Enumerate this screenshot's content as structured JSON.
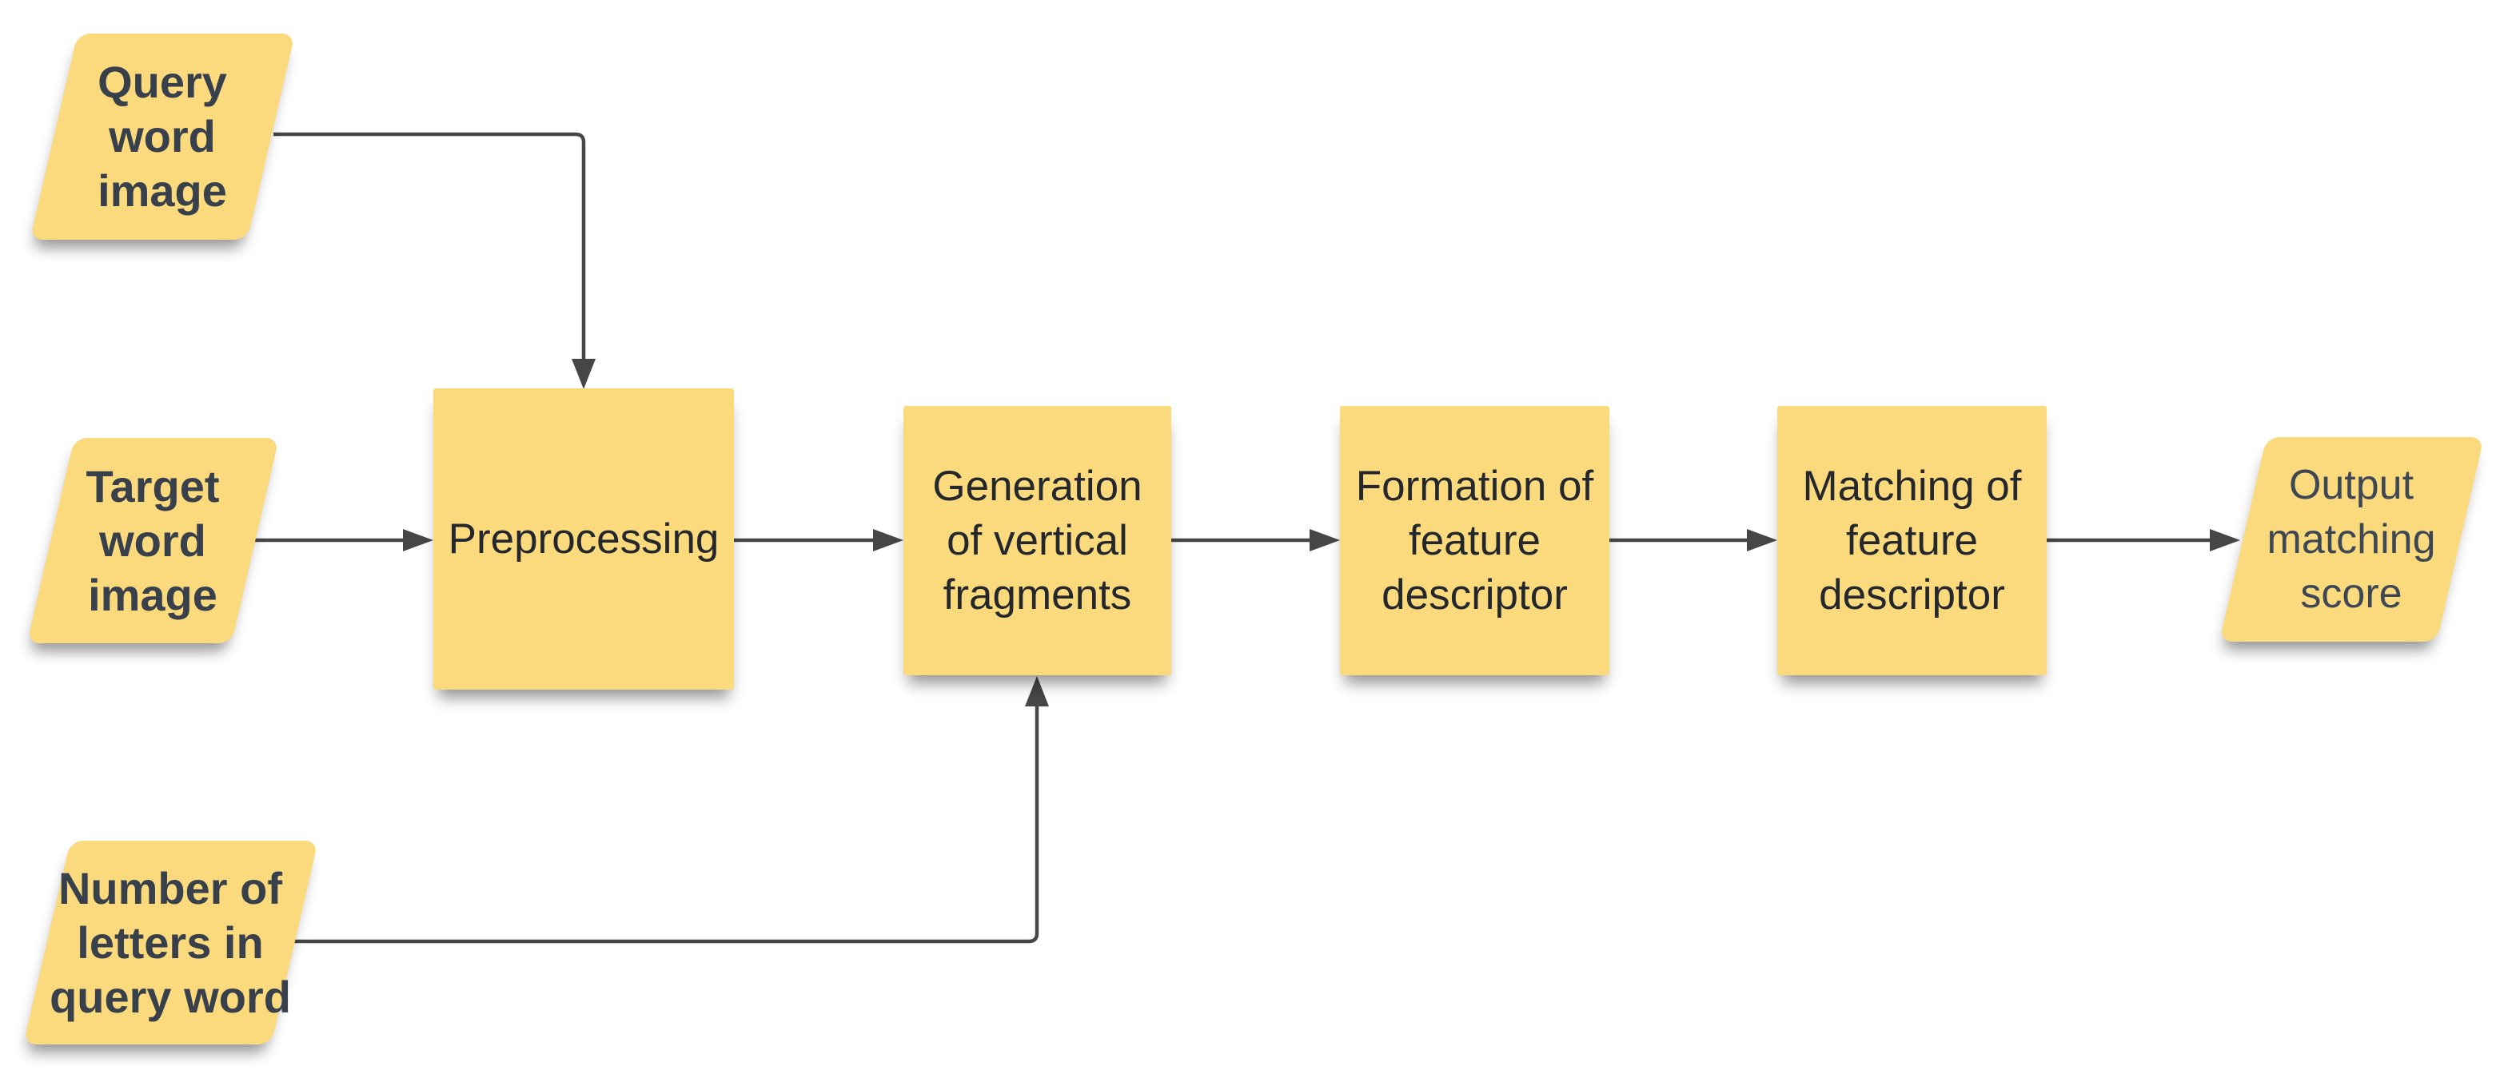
{
  "flowchart": {
    "title": "",
    "colors": {
      "background": "#FFFFFF",
      "node_fill": "#FBD97D",
      "connector": "#464646",
      "input_label_color": "#38404B",
      "process_label_color": "#24282D",
      "output_label_color": "#3E4854"
    },
    "nodes": [
      {
        "id": "query-word-image",
        "shape": "parallelogram",
        "role": "input",
        "label": "Query\nword\nimage"
      },
      {
        "id": "target-word-image",
        "shape": "parallelogram",
        "role": "input",
        "label": "Target\nword\nimage"
      },
      {
        "id": "number-of-letters-in-query-word",
        "shape": "parallelogram",
        "role": "input",
        "label": "Number of\nletters in\nquery word"
      },
      {
        "id": "preprocessing",
        "shape": "rectangle",
        "role": "process",
        "label": "Preprocessing"
      },
      {
        "id": "generation-of-vertical-fragments",
        "shape": "rectangle",
        "role": "process",
        "label": "Generation\nof vertical\nfragments"
      },
      {
        "id": "formation-of-feature-descriptor",
        "shape": "rectangle",
        "role": "process",
        "label": "Formation of\nfeature\ndescriptor"
      },
      {
        "id": "matching-of-feature-descriptor",
        "shape": "rectangle",
        "role": "process",
        "label": "Matching of\nfeature\ndescriptor"
      },
      {
        "id": "output-matching-score",
        "shape": "parallelogram",
        "role": "output",
        "label": "Output\nmatching\nscore"
      }
    ],
    "edges": [
      {
        "from": "query-word-image",
        "to": "preprocessing",
        "routing": "elbow-right-down"
      },
      {
        "from": "target-word-image",
        "to": "preprocessing",
        "routing": "straight-right"
      },
      {
        "from": "preprocessing",
        "to": "generation-of-vertical-fragments",
        "routing": "straight-right"
      },
      {
        "from": "number-of-letters-in-query-word",
        "to": "generation-of-vertical-fragments",
        "routing": "elbow-right-up"
      },
      {
        "from": "generation-of-vertical-fragments",
        "to": "formation-of-feature-descriptor",
        "routing": "straight-right"
      },
      {
        "from": "formation-of-feature-descriptor",
        "to": "matching-of-feature-descriptor",
        "routing": "straight-right"
      },
      {
        "from": "matching-of-feature-descriptor",
        "to": "output-matching-score",
        "routing": "straight-right"
      }
    ]
  }
}
